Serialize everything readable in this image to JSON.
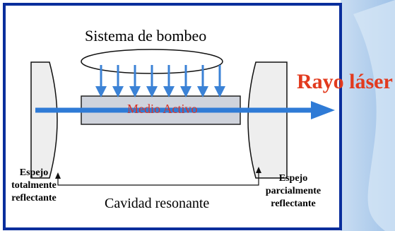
{
  "diagram": {
    "pump_system_label": "Sistema de bombeo",
    "active_medium_label": "Medio Activo",
    "laser_beam_label": "Rayo láser",
    "full_mirror_label": [
      "Espejo",
      "totalmente",
      "reflectante"
    ],
    "partial_mirror_label": [
      "Espejo",
      "parcialmente",
      "reflectante"
    ],
    "cavity_label": "Cavidad resonante",
    "pump_arrow_count": 8
  },
  "colors": {
    "frame": "#0a2e9c",
    "beam": "#2f7bd6",
    "pump_arrows": "#3b82d6",
    "laser_text": "#e23a1e",
    "medium_text": "#d8352a",
    "medium_fill": "#cfd3dc",
    "mirror_fill": "#eeeeee",
    "background_right": "#b9d4ef"
  }
}
